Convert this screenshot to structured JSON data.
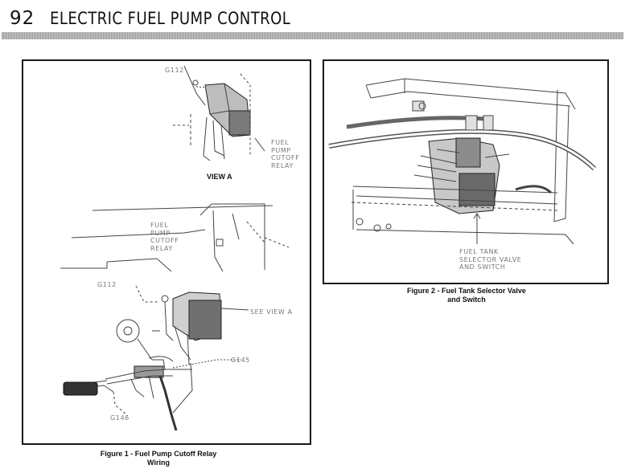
{
  "header": {
    "page_number": "92",
    "title": "ELECTRIC FUEL PUMP CONTROL"
  },
  "figure1": {
    "view_label": "VIEW A",
    "labels": {
      "g112_top": "G112",
      "relay_top": "FUEL\nPUMP\nCUTOFF\nRELAY",
      "relay_main": "FUEL\nPUMP\nCUTOFF\nRELAY",
      "g112_main": "G112",
      "see_view_a": "SEE VIEW A",
      "g145": "G145",
      "g146": "G146"
    },
    "caption_line1": "Figure 1 - Fuel Pump Cutoff Relay",
    "caption_line2": "Wiring"
  },
  "figure2": {
    "labels": {
      "valve": "FUEL TANK\nSELECTOR VALVE\nAND SWITCH"
    },
    "caption_line1": "Figure 2 - Fuel Tank Selector Valve",
    "caption_line2": "and Switch"
  }
}
